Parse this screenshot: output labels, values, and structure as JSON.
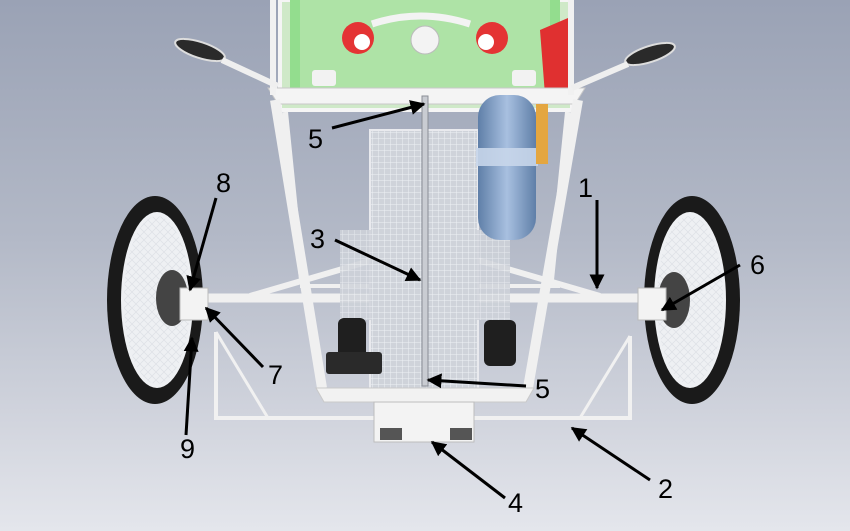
{
  "callouts": [
    {
      "id": "c1",
      "label": "1"
    },
    {
      "id": "c2",
      "label": "2"
    },
    {
      "id": "c3",
      "label": "3"
    },
    {
      "id": "c4",
      "label": "4"
    },
    {
      "id": "c5a",
      "label": "5"
    },
    {
      "id": "c5b",
      "label": "5"
    },
    {
      "id": "c6",
      "label": "6"
    },
    {
      "id": "c7",
      "label": "7"
    },
    {
      "id": "c8",
      "label": "8"
    },
    {
      "id": "c9",
      "label": "9"
    }
  ],
  "colors": {
    "frame": "#f2f2f2",
    "green_panel": "#8fe08a",
    "red_accent": "#e03030",
    "tank": "#7f9fc9",
    "tire": "#1a1a1a",
    "arrow": "#000000"
  }
}
